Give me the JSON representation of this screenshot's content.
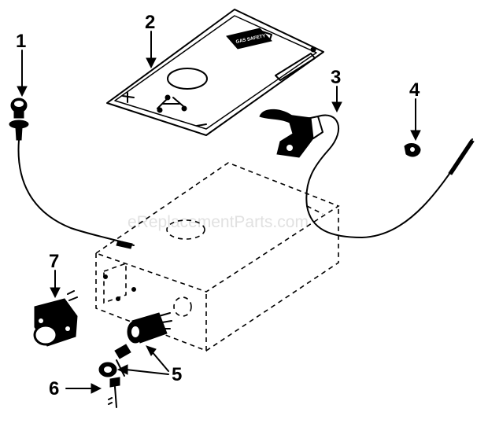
{
  "watermark": "eReplacementParts.com",
  "callouts": [
    {
      "id": "1",
      "label": "1"
    },
    {
      "id": "2",
      "label": "2"
    },
    {
      "id": "3",
      "label": "3"
    },
    {
      "id": "4",
      "label": "4"
    },
    {
      "id": "5",
      "label": "5"
    },
    {
      "id": "6",
      "label": "6"
    },
    {
      "id": "7",
      "label": "7"
    }
  ],
  "colors": {
    "ink": "#000000",
    "background": "#ffffff",
    "watermark": "#c8c8c8"
  }
}
